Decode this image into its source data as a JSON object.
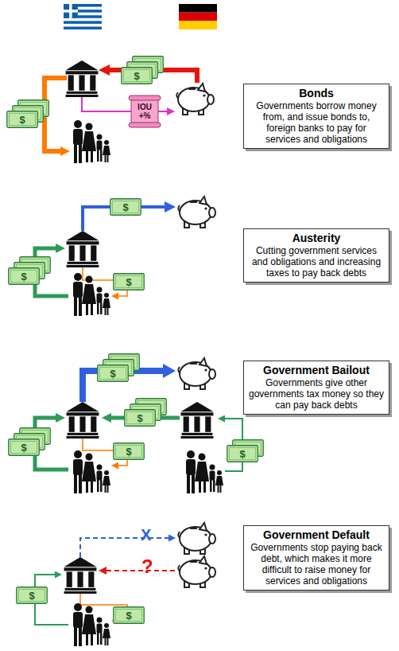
{
  "diagram": {
    "nodes": [
      {
        "text": [
          "$"
        ]
      },
      {
        "text": [
          "$"
        ]
      },
      {
        "text": [
          "IOU +%"
        ]
      },
      {
        "text": [
          "Bonds",
          "Governments borrow money from, and issue bonds to, foreign banks to pay for services and obligations"
        ]
      },
      {
        "text": [
          "$"
        ]
      },
      {
        "text": [
          "$"
        ]
      },
      {
        "text": [
          "$"
        ]
      },
      {
        "text": [
          "Austerity",
          "Cutting government services and obligations and increasing taxes to pay back debts"
        ]
      },
      {
        "text": [
          "$"
        ]
      },
      {
        "text": [
          "$"
        ]
      },
      {
        "text": [
          "$"
        ]
      },
      {
        "text": [
          "$"
        ]
      },
      {
        "text": [
          "$"
        ]
      },
      {
        "text": [
          "Government Bailout",
          "Governments give other governments tax money so they can pay back debts"
        ]
      },
      {
        "text": [
          "$"
        ]
      },
      {
        "text": [
          "$"
        ]
      },
      {
        "text": [
          "Government Default",
          "Governments stop paying back debt, which makes it more difficult to raise money for services and obligations"
        ]
      }
    ],
    "labels": [
      "X",
      "?"
    ]
  }
}
